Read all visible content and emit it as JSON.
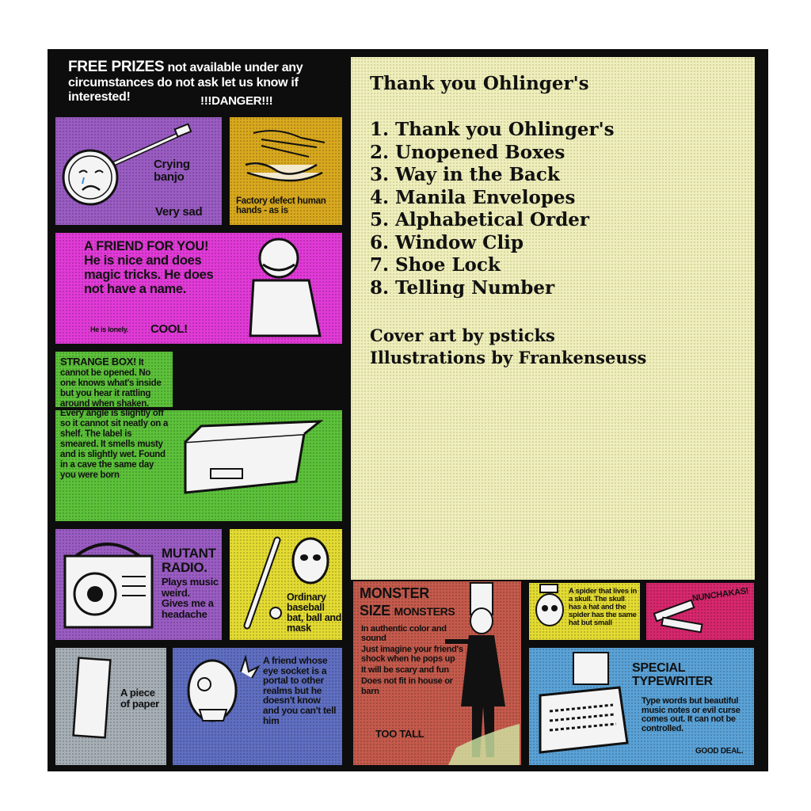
{
  "header": {
    "title": "FREE PRIZES",
    "text": "not available under any circumstances do not ask let us know if interested!",
    "danger": "!!!DANGER!!!"
  },
  "tracklist": {
    "heading": "Thank you Ohlinger's",
    "tracks": [
      "1. Thank you Ohlinger's",
      "2. Unopened Boxes",
      "3. Way in the Back",
      "4. Manila Envelopes",
      "5. Alphabetical Order",
      "6. Window Clip",
      "7. Shoe Lock",
      "8. Telling Number"
    ],
    "credits": [
      "Cover art by psticks",
      "Illustrations by Frankenseuss"
    ]
  },
  "panels": {
    "banjo": {
      "label": "Crying banjo",
      "sub": "Very sad"
    },
    "hands": {
      "label": "Factory defect human hands - as is"
    },
    "friend": {
      "text": "A FRIEND FOR YOU! He is nice and does magic tricks. He does not have a name.",
      "small": "He is lonely.",
      "cool": "COOL!"
    },
    "box": {
      "title": "STRANGE BOX!",
      "text": "It cannot be opened. No one knows what's inside but you hear it rattling around when shaken. Every angle is slightly off so it cannot sit neatly on a shelf. The label is smeared. It smells musty and is slightly wet. Found in a cave the same day you were born"
    },
    "radio": {
      "title": "MUTANT RADIO.",
      "text": "Plays music weird. Gives me a headache"
    },
    "bat": {
      "text": "Ordinary baseball bat, ball and mask"
    },
    "paper": {
      "text": "A piece of paper"
    },
    "eye": {
      "text": "A friend whose eye socket is a portal to other realms but he doesn't know and you can't tell him"
    },
    "monster": {
      "title1": "MONSTER",
      "title2": "SIZE",
      "title3": "MONSTERS",
      "lines": [
        "In authentic color and sound",
        "Just imagine your friend's shock when he pops up",
        "It will be scary and fun",
        "Does not fit in house or barn"
      ],
      "tall": "TOO TALL"
    },
    "spider": {
      "text": "A spider that lives in a skull. The skull has a hat and the spider has the same hat but small"
    },
    "nunchakas": {
      "text": "NUNCHAKAS!"
    },
    "typewriter": {
      "title": "SPECIAL TYPEWRITER",
      "text": "Type words but beautiful music notes or evil curse comes out. It can not be controlled.",
      "deal": "GOOD DEAL."
    }
  },
  "colors": {
    "purple": "#9b5cc4",
    "gold": "#d9a91e",
    "magenta": "#e23ad8",
    "green": "#5cc23a",
    "yellow": "#e4dc32",
    "gray": "#a7b0b6",
    "blue": "#5f6fc2",
    "rust": "#c55a4c",
    "pink": "#d7276d",
    "cyan": "#5aa3d8",
    "cream": "#f0efbe",
    "frame": "#0d0d0d"
  }
}
